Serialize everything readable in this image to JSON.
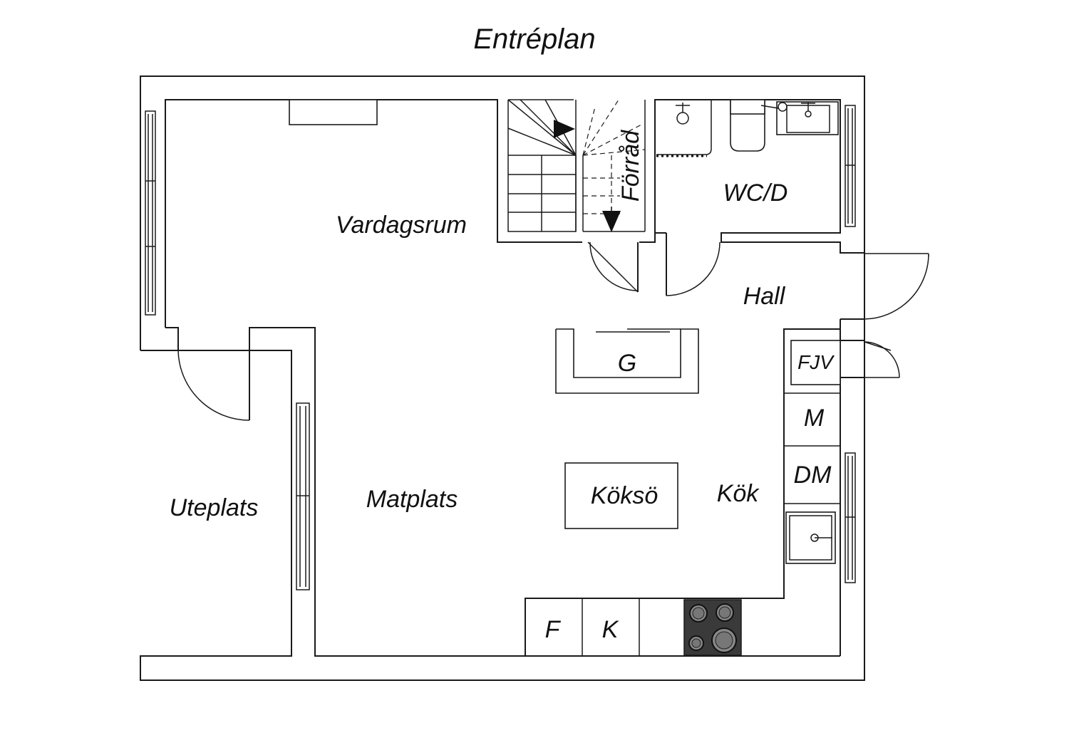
{
  "title": "Entréplan",
  "rooms": {
    "vardagsrum": "Vardagsrum",
    "forrad": "Förråd",
    "wc": "WC/D",
    "hall": "Hall",
    "matplats": "Matplats",
    "uteplats": "Uteplats",
    "kok": "Kök",
    "koksö": "Köksö"
  },
  "fixtures": {
    "g": "G",
    "fjv": "FJV",
    "m": "M",
    "dm": "DM",
    "f": "F",
    "k": "K"
  },
  "colors": {
    "line": "#1a1a1a",
    "stove": "#3a3a3a",
    "background": "#ffffff"
  }
}
